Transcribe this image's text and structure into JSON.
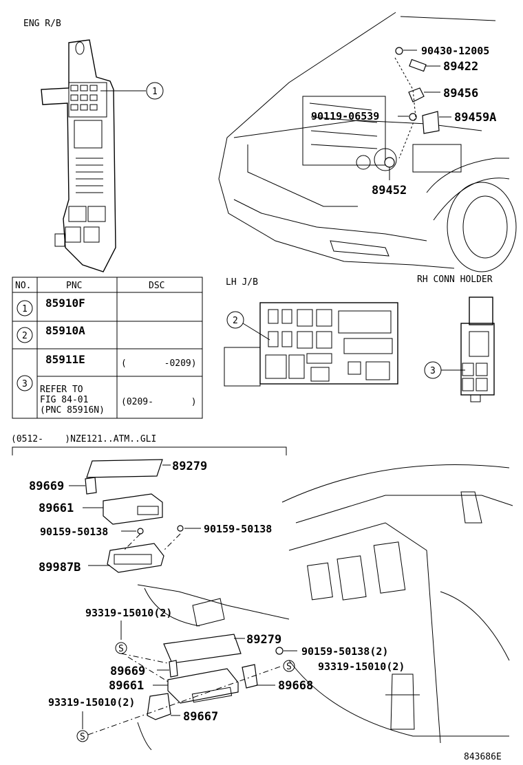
{
  "sections": {
    "eng_rb": "ENG R/B",
    "lh_jb": "LH J/B",
    "rh_conn_holder": "RH CONN HOLDER",
    "variant_note": "(0512-    )NZE121..ATM..GLI"
  },
  "table": {
    "headers": [
      "NO.",
      "PNC",
      "DSC"
    ],
    "rows": [
      {
        "no": "1",
        "pnc": "85910F",
        "dsc": ""
      },
      {
        "no": "2",
        "pnc": "85910A",
        "dsc": ""
      },
      {
        "no": "3",
        "pnc": "85911E",
        "dsc": "(       -0209)"
      },
      {
        "no": "3",
        "refer": [
          "REFER TO",
          "FIG 84-01",
          "(PNC 85916N)"
        ],
        "dsc": "(0209-       )"
      }
    ]
  },
  "callouts": {
    "c1": "1",
    "c2": "2",
    "c3": "3"
  },
  "engine_parts": {
    "p90430": "90430-12005",
    "p89422": "89422",
    "p89456": "89456",
    "p90119": "90119-06539",
    "p89459a": "89459A",
    "p89452": "89452"
  },
  "ecu_parts": {
    "p89279_top": "89279",
    "p89669_top": "89669",
    "p89661_top": "89661",
    "p90159_left": "90159-50138",
    "p90159_right": "90159-50138",
    "p89987b": "89987B",
    "p93319_top": "93319-15010(2)",
    "p89279_bot": "89279",
    "p90159_bot": "90159-50138(2)",
    "p93319_right": "93319-15010(2)",
    "p89669_bot": "89669",
    "p89661_bot": "89661",
    "p89668": "89668",
    "p93319_left": "93319-15010(2)",
    "p89667": "89667"
  },
  "symbols": {
    "s_mark": "S"
  },
  "figure_code": "843686E"
}
